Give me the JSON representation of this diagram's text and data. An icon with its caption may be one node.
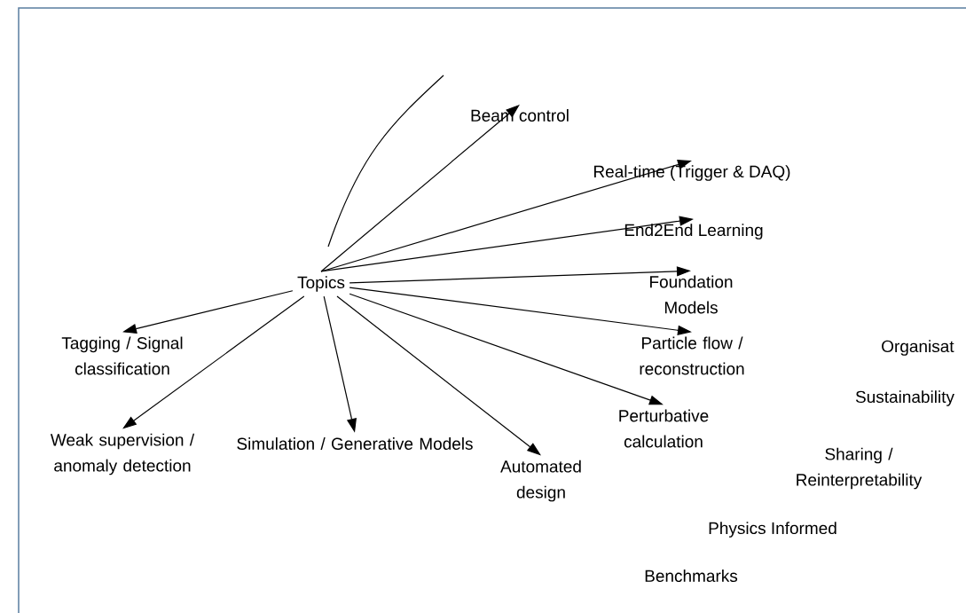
{
  "diagram": {
    "nodes": [
      {
        "text": [
          "Topics"
        ]
      },
      {
        "text": [
          "Beam control"
        ]
      },
      {
        "text": [
          "Real-time (Trigger & DAQ)"
        ]
      },
      {
        "text": [
          "End2End Learning"
        ]
      },
      {
        "text": [
          "Foundation Models"
        ]
      },
      {
        "text": [
          "Particle flow / reconstruction"
        ]
      },
      {
        "text": [
          "Perturbative calculation"
        ]
      },
      {
        "text": [
          "Automated design"
        ]
      },
      {
        "text": [
          "Simulation / Generative Models"
        ]
      },
      {
        "text": [
          "Weak supervision / anomaly detection"
        ]
      },
      {
        "text": [
          "Tagging / Signal classification"
        ]
      }
    ],
    "edges": [
      {
        "from": 0,
        "to": 1,
        "arrow": "to"
      },
      {
        "from": 0,
        "to": 2,
        "arrow": "to"
      },
      {
        "from": 0,
        "to": 3,
        "arrow": "to"
      },
      {
        "from": 0,
        "to": 4,
        "arrow": "to"
      },
      {
        "from": 0,
        "to": 5,
        "arrow": "to"
      },
      {
        "from": 0,
        "to": 6,
        "arrow": "to"
      },
      {
        "from": 0,
        "to": 7,
        "arrow": "to"
      },
      {
        "from": 0,
        "to": 8,
        "arrow": "to"
      },
      {
        "from": 0,
        "to": 9,
        "arrow": "to"
      },
      {
        "from": 0,
        "to": 10,
        "arrow": "to"
      }
    ],
    "labels": [
      "Organisat",
      "Sustainability",
      "Sharing / Reinterpretability",
      "Physics Informed",
      "Benchmarks"
    ]
  }
}
